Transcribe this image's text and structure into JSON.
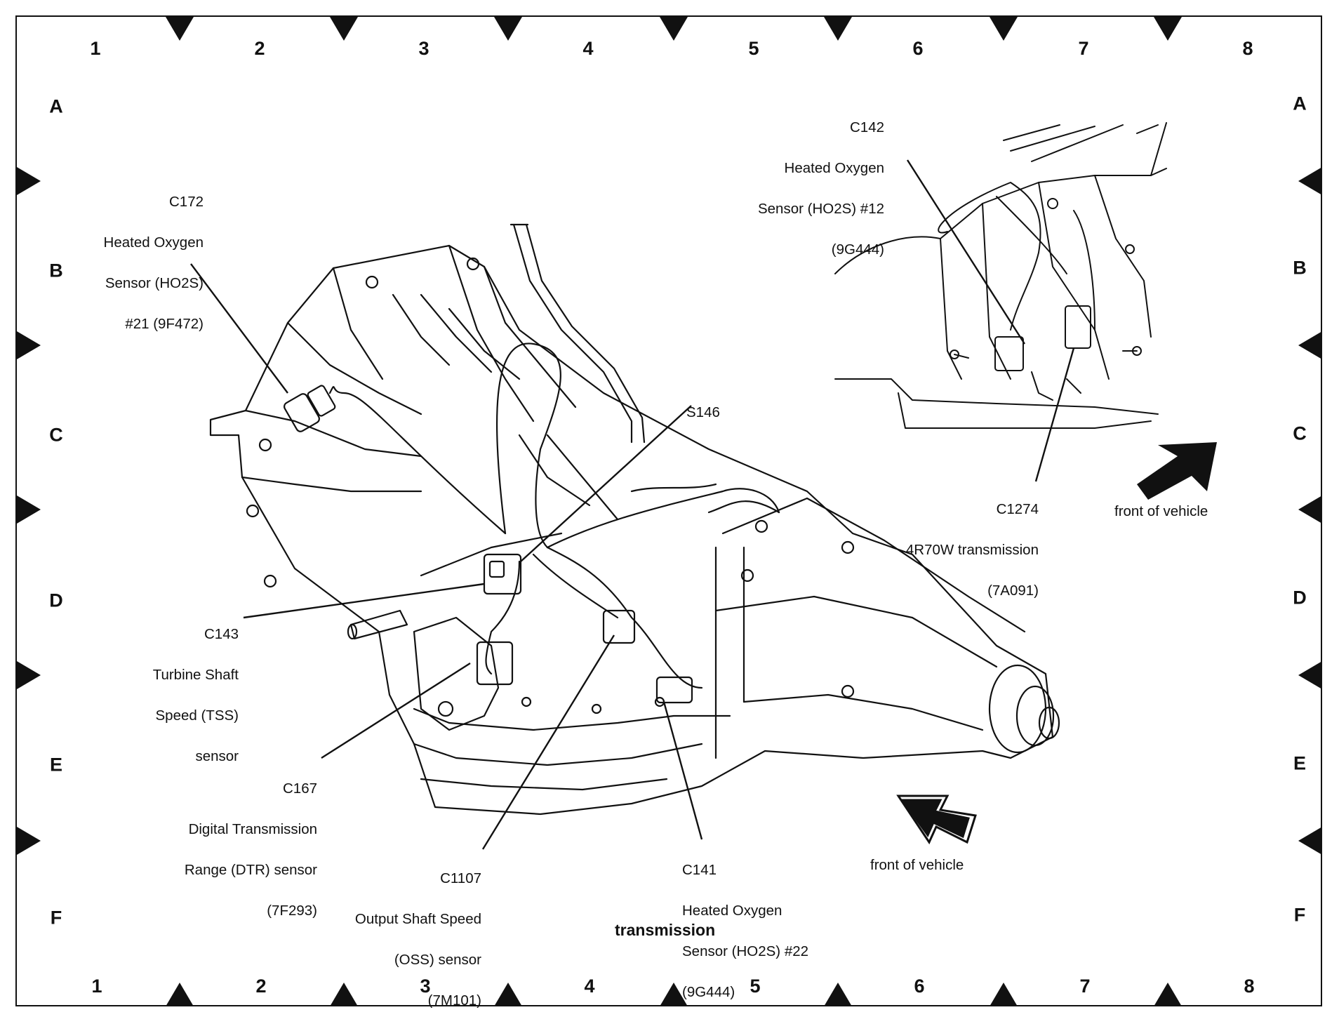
{
  "grid": {
    "columns": [
      "1",
      "2",
      "3",
      "4",
      "5",
      "6",
      "7",
      "8"
    ],
    "rows": [
      "A",
      "B",
      "C",
      "D",
      "E",
      "F"
    ]
  },
  "callouts": {
    "c172": [
      "C172",
      "Heated Oxygen",
      "Sensor (HO2S)",
      "#21 (9F472)"
    ],
    "c142": [
      "C142",
      "Heated Oxygen",
      "Sensor (HO2S) #12",
      "(9G444)"
    ],
    "s146": [
      "S146"
    ],
    "c1274": [
      "C1274",
      "4R70W transmission",
      "(7A091)"
    ],
    "c143": [
      "C143",
      "Turbine Shaft",
      "Speed (TSS)",
      "sensor"
    ],
    "c167": [
      "C167",
      "Digital Transmission",
      "Range (DTR) sensor",
      "(7F293)"
    ],
    "c1107": [
      "C1107",
      "Output Shaft Speed",
      "(OSS) sensor",
      "(7M101)"
    ],
    "c141": [
      "C141",
      "Heated Oxygen",
      "Sensor (HO2S) #22",
      "(9G444)"
    ]
  },
  "front_of_vehicle_1": "front of vehicle",
  "front_of_vehicle_2": "front of vehicle",
  "caption": "transmission"
}
